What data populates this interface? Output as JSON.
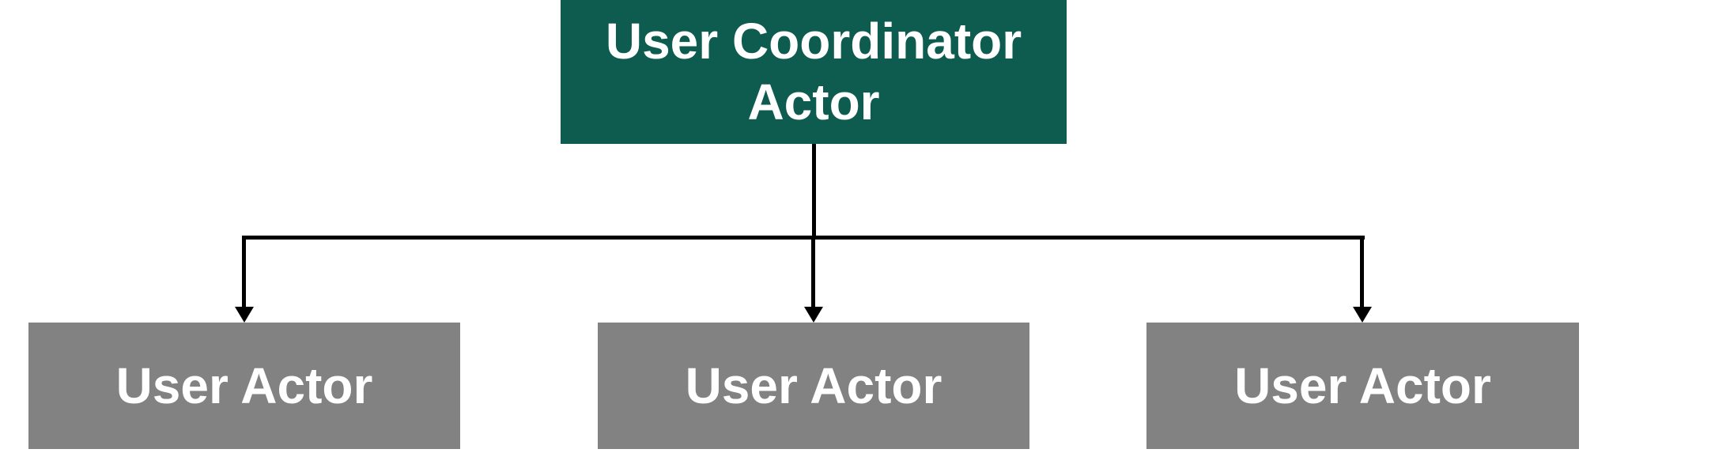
{
  "colors": {
    "root_bg": "#0e5b50",
    "child_bg": "#828282",
    "label_text": "#ffffff",
    "connector": "#000000"
  },
  "diagram": {
    "type": "hierarchy",
    "root": {
      "label": "User Coordinator Actor"
    },
    "children": [
      {
        "label": "User Actor"
      },
      {
        "label": "User Actor"
      },
      {
        "label": "User Actor"
      }
    ]
  }
}
